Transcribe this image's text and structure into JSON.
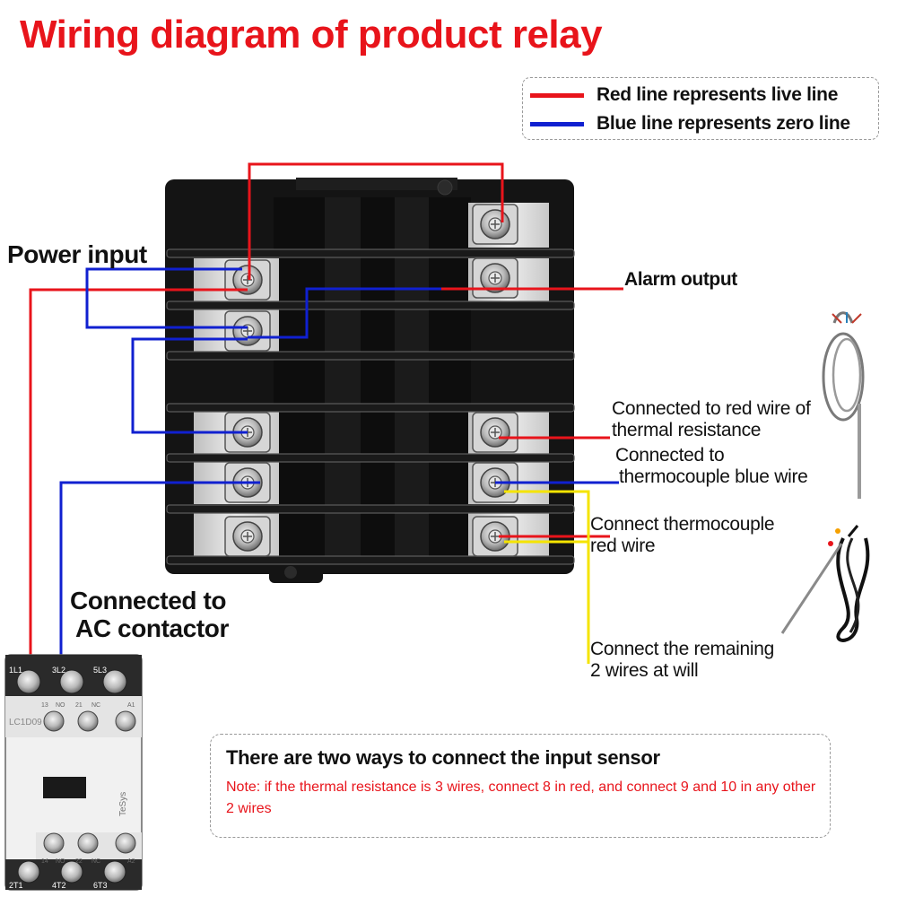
{
  "title": "Wiring diagram of product relay",
  "legend": {
    "items": [
      {
        "text": "Red line represents live line",
        "color": "#e8141b"
      },
      {
        "text": "Blue line represents zero line",
        "color": "#1020d0"
      }
    ]
  },
  "labels": {
    "power_input": "Power input",
    "alarm_output": "Alarm output",
    "red_wire_thermal_l1": "Connected to red wire of",
    "red_wire_thermal_l2": "thermal resistance",
    "tc_blue_l1": "Connected to",
    "tc_blue_l2": "thermocouple blue wire",
    "tc_red_l1": "Connect thermocouple",
    "tc_red_l2": "red wire",
    "remaining_l1": "Connect the remaining",
    "remaining_l2": "2 wires at will",
    "ac_contactor_l1": "Connected to",
    "ac_contactor_l2": "AC contactor"
  },
  "contactor": {
    "top_terminals": [
      "1L1",
      "3L2",
      "5L3"
    ],
    "aux_top": [
      "13",
      "NO",
      "21",
      "NC",
      "A1"
    ],
    "model": "LC1D09",
    "brand": "TeSys",
    "aux_bottom": [
      "14",
      "NO",
      "22",
      "NC",
      "A2"
    ],
    "bottom_terminals": [
      "2T1",
      "4T2",
      "6T3"
    ]
  },
  "note": {
    "heading": "There are two ways to connect the input sensor",
    "text": "Note: if the thermal resistance is 3 wires, connect 8 in red, and connect 9 and 10 in any other 2 wires"
  },
  "colors": {
    "live": "#e8141b",
    "zero": "#1020d0",
    "free": "#f5e400",
    "title": "#e8141b"
  },
  "icons": [
    "screw-terminal-icon",
    "rtd-sensor-icon",
    "thermocouple-probe-icon",
    "ac-contactor-icon"
  ]
}
